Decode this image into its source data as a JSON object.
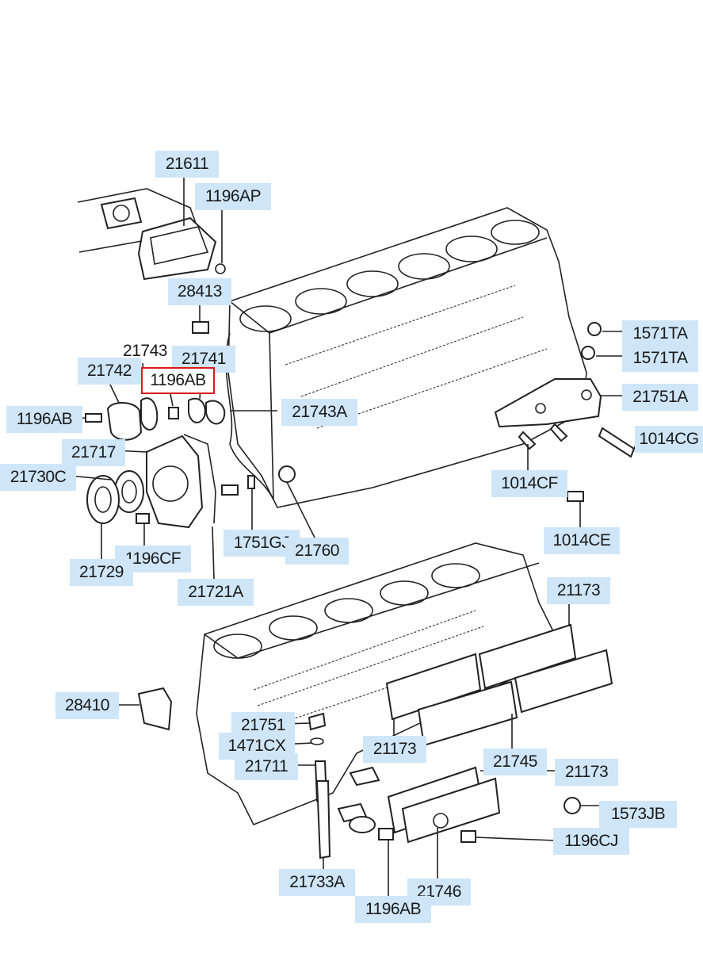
{
  "diagram": {
    "callouts": [
      {
        "id": "c-21611",
        "text": "21611",
        "highlight": false
      },
      {
        "id": "c-1196AP",
        "text": "1196AP",
        "highlight": false
      },
      {
        "id": "c-28413",
        "text": "28413",
        "highlight": false
      },
      {
        "id": "c-21743",
        "text": "21743",
        "highlight": false
      },
      {
        "id": "c-21741",
        "text": "21741",
        "highlight": false
      },
      {
        "id": "c-21742",
        "text": "21742",
        "highlight": false
      },
      {
        "id": "c-1196AB-top",
        "text": "1196AB",
        "highlight": true
      },
      {
        "id": "c-1196AB-left",
        "text": "1196AB",
        "highlight": false
      },
      {
        "id": "c-21743A",
        "text": "21743A",
        "highlight": false
      },
      {
        "id": "c-21717",
        "text": "21717",
        "highlight": false
      },
      {
        "id": "c-21730C",
        "text": "21730C",
        "highlight": false
      },
      {
        "id": "c-1571TA-1",
        "text": "1571TA",
        "highlight": false
      },
      {
        "id": "c-1571TA-2",
        "text": "1571TA",
        "highlight": false
      },
      {
        "id": "c-21751A",
        "text": "21751A",
        "highlight": false
      },
      {
        "id": "c-1014CG",
        "text": "1014CG",
        "highlight": false
      },
      {
        "id": "c-1014CF",
        "text": "1014CF",
        "highlight": false
      },
      {
        "id": "c-1014CE",
        "text": "1014CE",
        "highlight": false
      },
      {
        "id": "c-1751GJ",
        "text": "1751GJ",
        "highlight": false
      },
      {
        "id": "c-21760",
        "text": "21760",
        "highlight": false
      },
      {
        "id": "c-1196CF",
        "text": "1196CF",
        "highlight": false
      },
      {
        "id": "c-21729",
        "text": "21729",
        "highlight": false
      },
      {
        "id": "c-21721A",
        "text": "21721A",
        "highlight": false
      },
      {
        "id": "c-21173-top",
        "text": "21173",
        "highlight": false
      },
      {
        "id": "c-28410",
        "text": "28410",
        "highlight": false
      },
      {
        "id": "c-21751",
        "text": "21751",
        "highlight": false
      },
      {
        "id": "c-1471CX",
        "text": "1471CX",
        "highlight": false
      },
      {
        "id": "c-21711",
        "text": "21711",
        "highlight": false
      },
      {
        "id": "c-21173-mid",
        "text": "21173",
        "highlight": false
      },
      {
        "id": "c-21745",
        "text": "21745",
        "highlight": false
      },
      {
        "id": "c-21173-right",
        "text": "21173",
        "highlight": false
      },
      {
        "id": "c-1573JB",
        "text": "1573JB",
        "highlight": false
      },
      {
        "id": "c-1196CJ",
        "text": "1196CJ",
        "highlight": false
      },
      {
        "id": "c-21733A",
        "text": "21733A",
        "highlight": false
      },
      {
        "id": "c-21746",
        "text": "21746",
        "highlight": false
      },
      {
        "id": "c-1196AB-bottom",
        "text": "1196AB",
        "highlight": false
      }
    ],
    "colors": {
      "label_bg": "#cfe6f8",
      "highlight_border": "#e01818",
      "linework": "#222222"
    }
  }
}
